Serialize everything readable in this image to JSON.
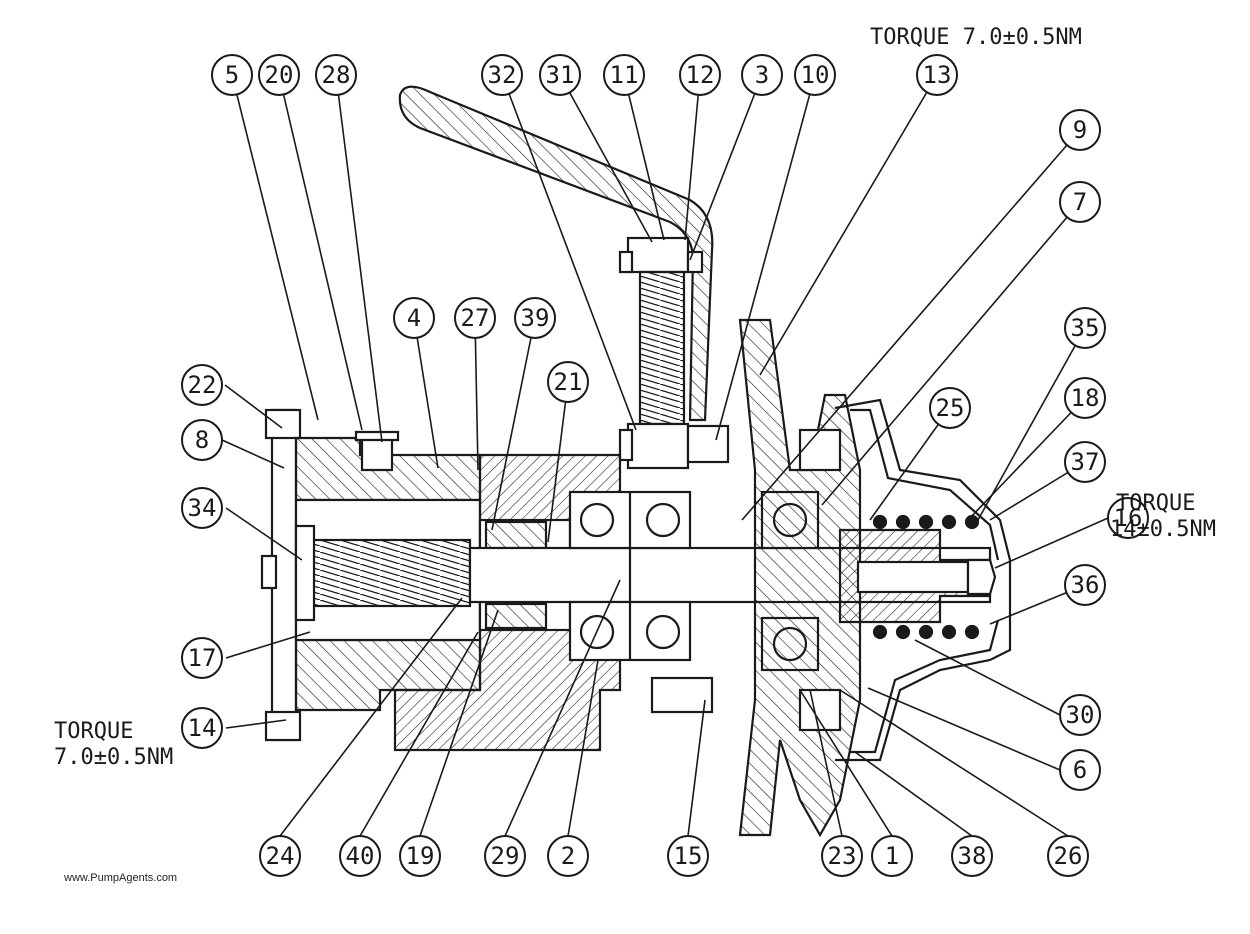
{
  "torque_labels": {
    "top": "TORQUE  7.0±0.5NM",
    "right_line1": "TORQUE",
    "right_line2": "14±0.5NM",
    "left_line1": "TORQUE",
    "left_line2": "7.0±0.5NM"
  },
  "watermark": "www.PumpAgents.com",
  "callouts": [
    "5",
    "20",
    "28",
    "32",
    "31",
    "11",
    "12",
    "3",
    "10",
    "13",
    "9",
    "7",
    "4",
    "27",
    "39",
    "21",
    "22",
    "8",
    "34",
    "35",
    "25",
    "18",
    "37",
    "16",
    "36",
    "17",
    "14",
    "30",
    "6",
    "24",
    "40",
    "19",
    "29",
    "2",
    "15",
    "23",
    "1",
    "38",
    "26"
  ],
  "colors": {
    "ink": "#1a1a1a",
    "paper": "#ffffff"
  }
}
